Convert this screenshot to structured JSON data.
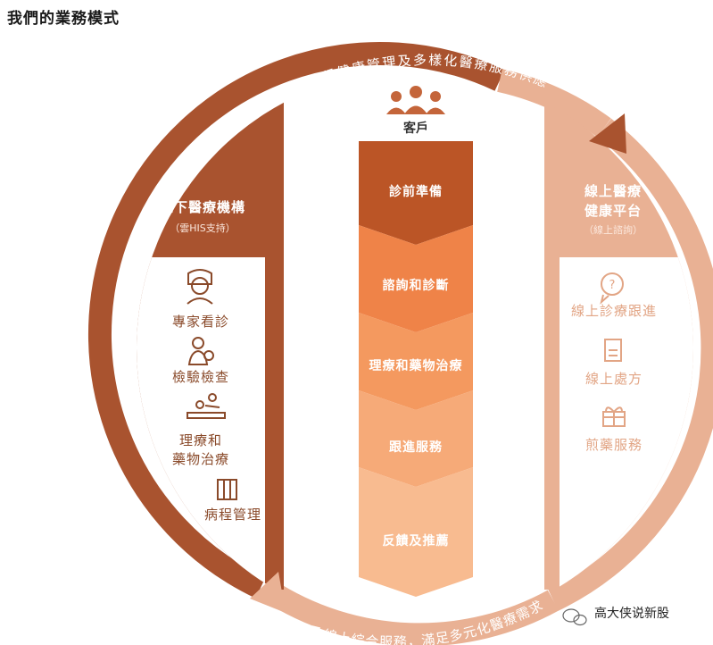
{
  "title": "我們的業務模式",
  "top_arc_label": "遠程健康管理及多樣化醫療服務供應",
  "bottom_arc_label": "線下及線上綜合服務，滿足多元化醫療需求",
  "client": {
    "label": "客戶",
    "icon": "group-people-icon"
  },
  "offline": {
    "title": "線下醫療機構",
    "subtitle": "（雲HIS支持）",
    "items": [
      {
        "label": "專家看診",
        "icon": "doctor-icon"
      },
      {
        "label": "檢驗檢查",
        "icon": "lab-test-icon"
      },
      {
        "label": "理療和\n藥物治療",
        "icon": "physiotherapy-icon"
      },
      {
        "label": "病程管理",
        "icon": "medical-records-icon"
      }
    ]
  },
  "online": {
    "title": "線上醫療\n健康平台",
    "subtitle": "（線上諮詢）",
    "items": [
      {
        "label": "線上診療跟進",
        "icon": "question-bubble-icon"
      },
      {
        "label": "線上處方",
        "icon": "prescription-icon"
      },
      {
        "label": "煎藥服務",
        "icon": "gift-box-icon"
      }
    ]
  },
  "stages": [
    "診前準備",
    "諮詢和診斷",
    "理療和藥物治療",
    "跟進服務",
    "反饋及推薦"
  ],
  "watermark": "高大侠说新股",
  "colors": {
    "dark_brown": "#a9532f",
    "light_peach": "#e9b194",
    "stage_colors": [
      "#bb5526",
      "#ef8348",
      "#f4995f",
      "#f6aa78",
      "#f8bb90"
    ]
  }
}
